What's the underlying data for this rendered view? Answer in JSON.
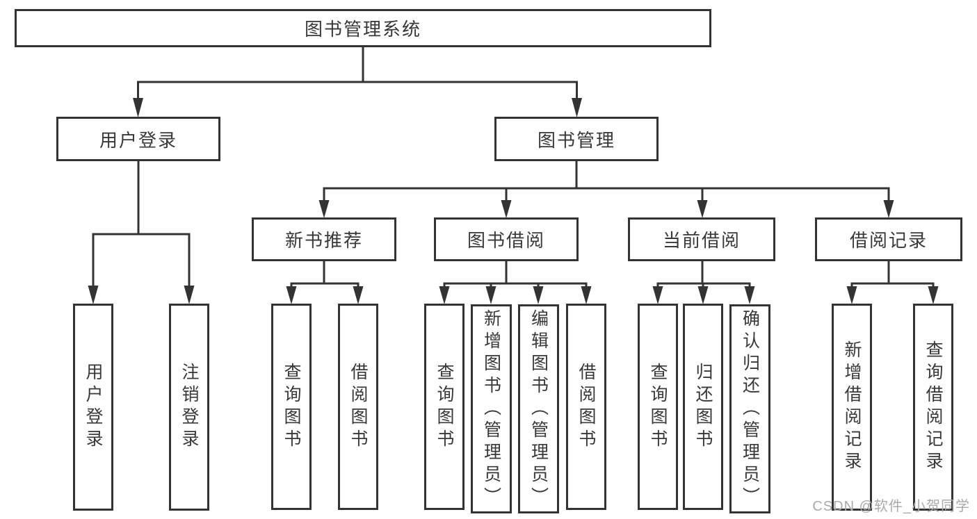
{
  "root": {
    "label": "图书管理系统"
  },
  "level2": {
    "user_login": {
      "label": "用户登录"
    },
    "book_mgmt": {
      "label": "图书管理"
    }
  },
  "level3": {
    "new_book_rec": {
      "label": "新书推荐"
    },
    "book_borrow": {
      "label": "图书借阅"
    },
    "current_borrow": {
      "label": "当前借阅"
    },
    "borrow_records": {
      "label": "借阅记录"
    }
  },
  "leaves": {
    "user_login_leaf": {
      "label": "用户登录"
    },
    "logout_leaf": {
      "label": "注销登录"
    },
    "rec_query_books": {
      "label": "查询图书"
    },
    "rec_borrow_books": {
      "label": "借阅图书"
    },
    "bb_query_books": {
      "label": "查询图书"
    },
    "bb_add_books": {
      "label": "新增图书（管理员）"
    },
    "bb_edit_books": {
      "label": "编辑图书（管理员）"
    },
    "bb_borrow_books": {
      "label": "借阅图书"
    },
    "cb_query_books": {
      "label": "查询图书"
    },
    "cb_return_books": {
      "label": "归还图书"
    },
    "cb_confirm_return": {
      "label": "确认归还（管理员）"
    },
    "br_add_record": {
      "label": "新增借阅记录"
    },
    "br_query_record": {
      "label": "查询借阅记录"
    }
  },
  "watermark": {
    "text": "CSDN @软件_小贺同学"
  },
  "colors": {
    "line": "#333333",
    "border": "#333333",
    "text": "#383838",
    "watermark": "#aaaaaa",
    "background": "#ffffff"
  }
}
